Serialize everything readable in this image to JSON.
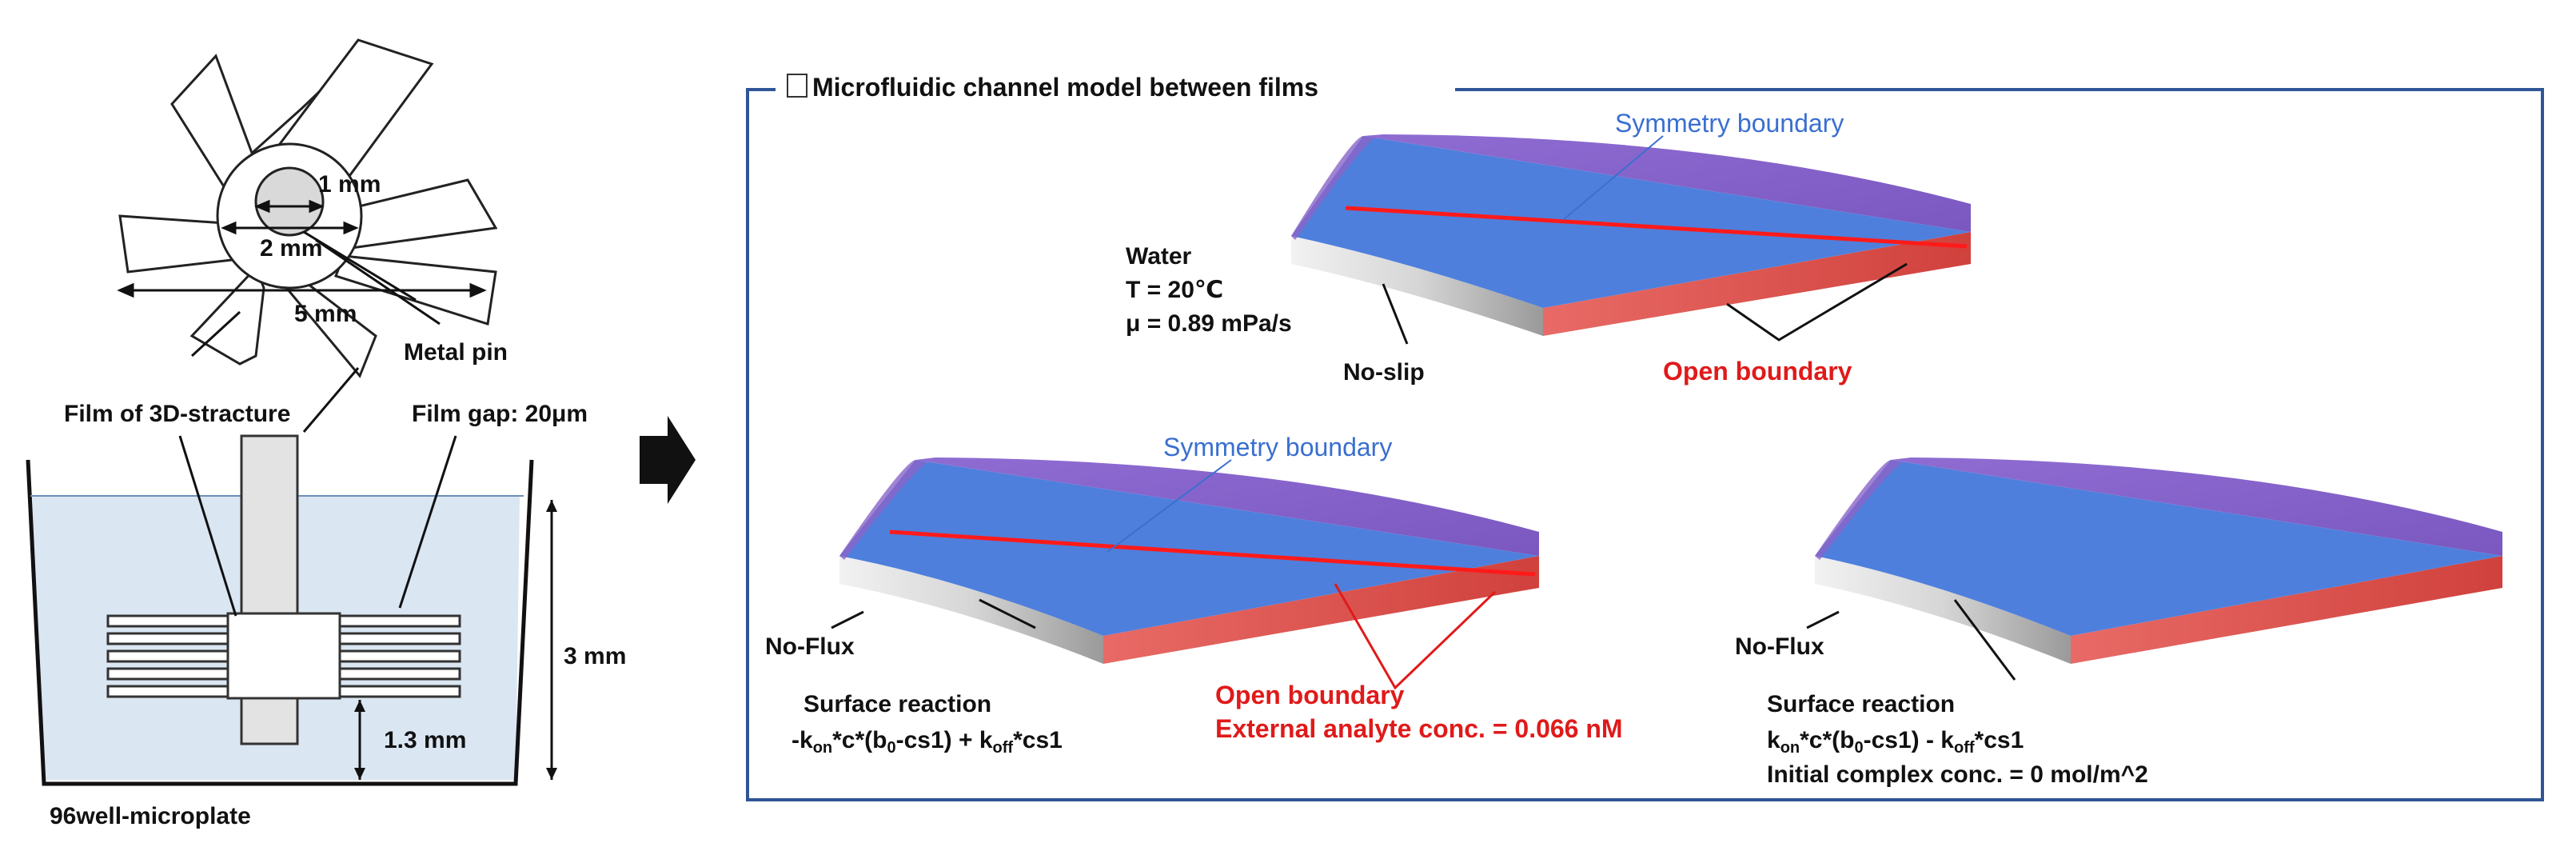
{
  "labels": {
    "inner_dia": "1 mm",
    "mid_dia": "2 mm",
    "outer_dia": "5 mm",
    "metal_pin": "Metal pin",
    "film_3d": "Film of 3D-stracture",
    "film_gap": "Film gap: 20μm",
    "well_height": "3 mm",
    "pin_height": "1.3 mm",
    "plate": "96well-microplate"
  },
  "model": {
    "title": "Microfluidic channel model between films",
    "top": {
      "symmetry": "Symmetry boundary",
      "water": "Water",
      "temp": "T = 20℃",
      "viscosity": "μ = 0.89 mPa/s",
      "no_slip": "No-slip",
      "open": "Open boundary"
    },
    "bottom_left": {
      "symmetry": "Symmetry boundary",
      "no_flux": "No-Flux",
      "surface": "Surface reaction",
      "eq": {
        "t1": "-k",
        "s1": "on",
        "t2": "*c*(b",
        "s2": "0",
        "t3": "-cs1) + k",
        "s3": "off",
        "t4": "*cs1"
      },
      "open": "Open boundary",
      "external": "External analyte conc. = 0.066 nM"
    },
    "bottom_right": {
      "no_flux": "No-Flux",
      "surface": "Surface reaction",
      "eq": {
        "t1": "k",
        "s1": "on",
        "t2": "*c*(b",
        "s2": "0",
        "t3": "-cs1) - k",
        "s3": "off",
        "t4": "*cs1"
      },
      "initial": "Initial complex conc. = 0 mol/m^2"
    }
  },
  "colors": {
    "top_face": "#4f7fdc",
    "top_edge": "#8a64c8",
    "side_red": "#d9544f",
    "side_gray": "#b8b8b8",
    "frame": "#2f5596",
    "well_fill": "#d9e6f3",
    "red_line": "#ff1a1a"
  }
}
